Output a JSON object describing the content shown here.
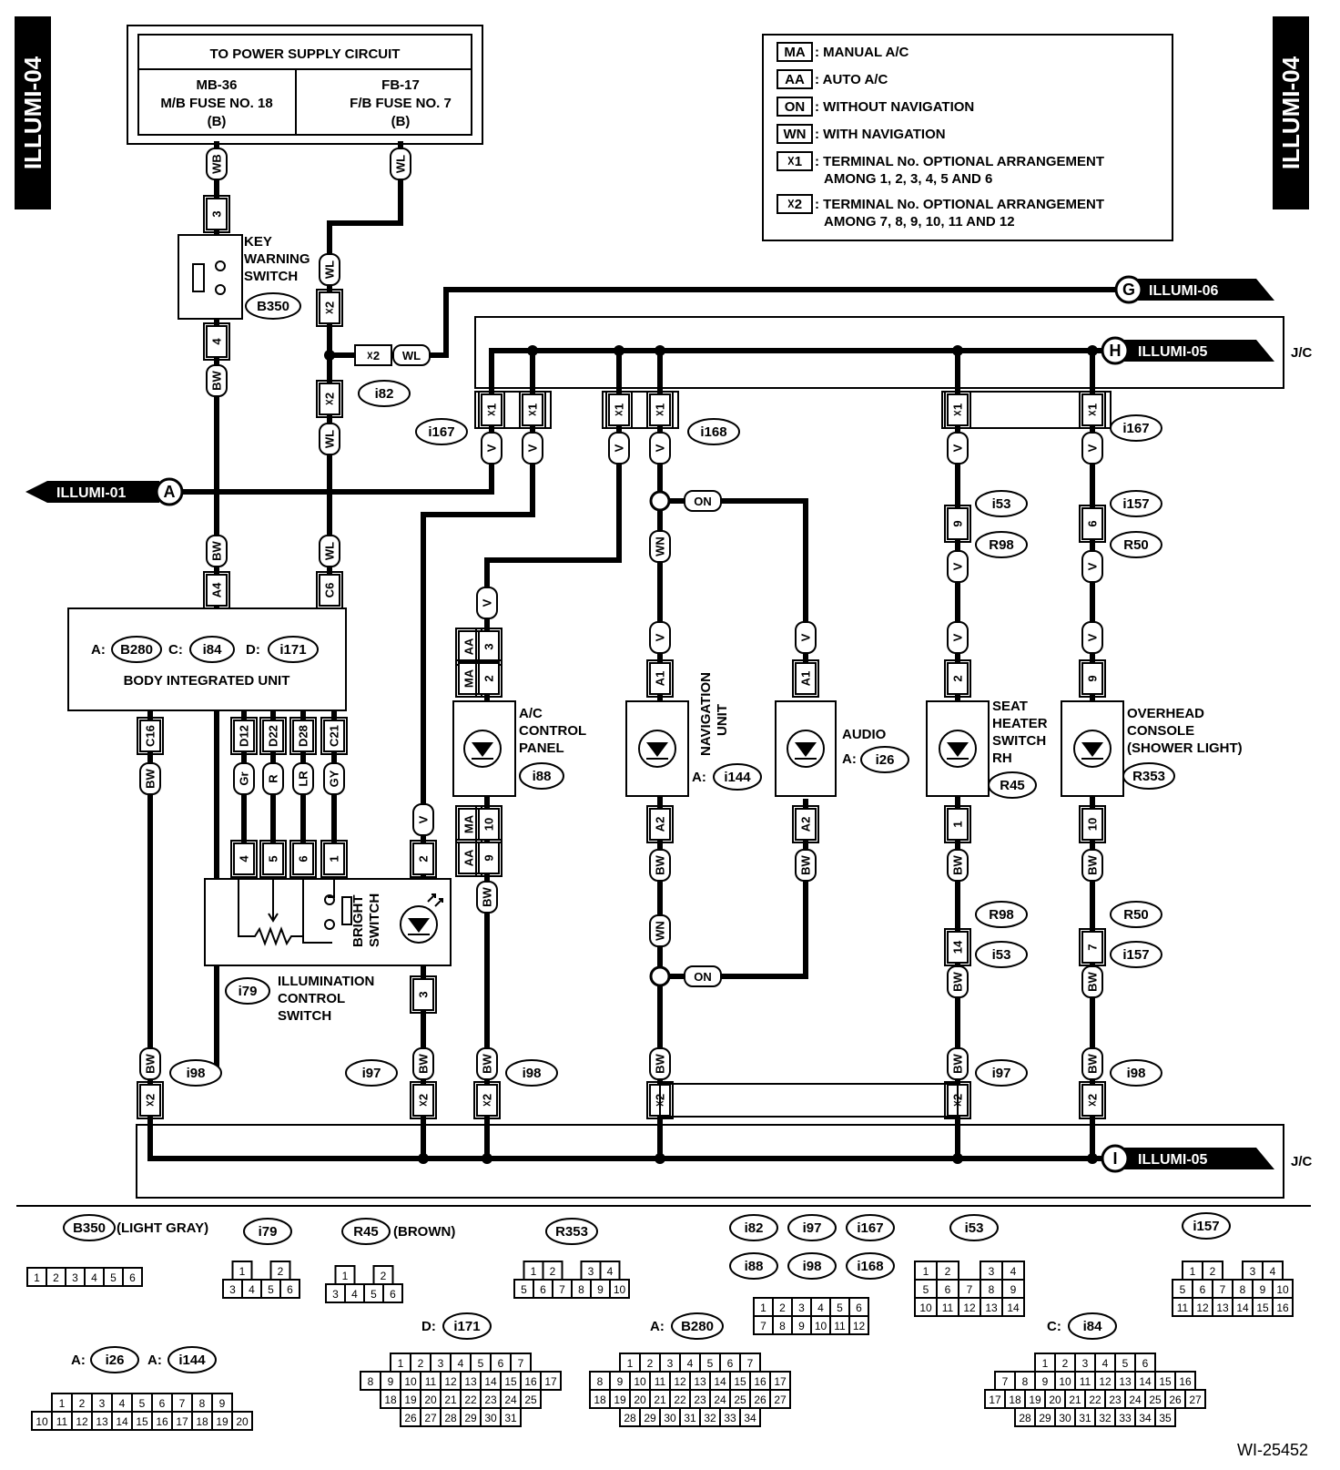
{
  "page_tag": "ILLUMI-04",
  "figure_id": "WI-25452",
  "power": {
    "title": "TO POWER SUPPLY CIRCUIT",
    "left": [
      "MB-36",
      "M/B FUSE NO. 18",
      "(B)"
    ],
    "right": [
      "FB-17",
      "F/B FUSE NO. 7",
      "(B)"
    ]
  },
  "legend": [
    {
      "code": "MA",
      "text": ": MANUAL A/C"
    },
    {
      "code": "AA",
      "text": ": AUTO A/C"
    },
    {
      "code": "ON",
      "text": ": WITHOUT NAVIGATION"
    },
    {
      "code": "WN",
      "text": ": WITH NAVIGATION"
    },
    {
      "code": "☓1",
      "text": ": TERMINAL No. OPTIONAL ARRANGEMENT",
      "text2": "AMONG 1, 2, 3, 4, 5 AND 6"
    },
    {
      "code": "☓2",
      "text": ": TERMINAL No. OPTIONAL ARRANGEMENT",
      "text2": "AMONG 7, 8, 9, 10, 11 AND 12"
    }
  ],
  "links": {
    "g": {
      "letter": "G",
      "label": "ILLUMI-06"
    },
    "h": {
      "letter": "H",
      "label": "ILLUMI-05"
    },
    "i": {
      "letter": "I",
      "label": "ILLUMI-05"
    },
    "a": {
      "letter": "A",
      "label": "ILLUMI-01"
    }
  },
  "jc": "J/C",
  "components": {
    "key_warning": {
      "name": [
        "KEY",
        "WARNING",
        "SWITCH"
      ],
      "conn": "B350"
    },
    "biu": {
      "name": "BODY INTEGRATED UNIT",
      "conns": [
        {
          "k": "A:",
          "v": "B280"
        },
        {
          "k": "C:",
          "v": "i84"
        },
        {
          "k": "D:",
          "v": "i171"
        }
      ]
    },
    "illum_ctrl": {
      "name": [
        "ILLUMINATION",
        "CONTROL",
        "SWITCH"
      ],
      "conn": "i79",
      "bright": [
        "BRIGHT",
        "SWITCH"
      ]
    },
    "ac": {
      "name": [
        "A/C",
        "CONTROL",
        "PANEL"
      ],
      "conn": "i88"
    },
    "nav": {
      "name": [
        "NAVIGATION",
        "UNIT"
      ],
      "conn": "i144",
      "prefix": "A:"
    },
    "audio": {
      "name": "AUDIO",
      "conn": "i26",
      "prefix": "A:"
    },
    "seat": {
      "name": [
        "SEAT",
        "HEATER",
        "SWITCH",
        "RH"
      ],
      "conn": "R45"
    },
    "overhead": {
      "name": [
        "OVERHEAD",
        "CONSOLE",
        "(SHOWER LIGHT)"
      ],
      "conn": "R353"
    }
  },
  "wires": {
    "WB": "WB",
    "WL": "WL",
    "BW": "BW",
    "V": "V",
    "WN": "WN",
    "Gr": "Gr",
    "R": "R",
    "LR": "LR",
    "GY": "GY",
    "ON": "ON"
  },
  "connectors": {
    "i82": "i82",
    "i167": "i167",
    "i168": "i168",
    "i53": "i53",
    "R98": "R98",
    "i157": "i157",
    "R50": "R50",
    "i98": "i98",
    "i97": "i97",
    "i79": "i79"
  },
  "connector_views": [
    {
      "id": "B350",
      "note": "(LIGHT GRAY)",
      "rows": [
        [
          "1",
          "2",
          "3",
          "4",
          "5",
          "6"
        ]
      ]
    },
    {
      "id": "i79",
      "rows": [
        [
          "1",
          "",
          "2"
        ],
        [
          "3",
          "4",
          "5",
          "6"
        ]
      ]
    },
    {
      "id": "R45",
      "note": "(BROWN)",
      "rows": [
        [
          "1",
          "",
          "2"
        ],
        [
          "3",
          "4",
          "5",
          "6"
        ]
      ]
    },
    {
      "id": "R353",
      "rows": [
        [
          "1",
          "2",
          "",
          "3",
          "4"
        ],
        [
          "5",
          "6",
          "7",
          "8",
          "9",
          "10"
        ]
      ]
    },
    {
      "ids": [
        "i82",
        "i97",
        "i167",
        "i88",
        "i98",
        "i168"
      ],
      "rows": [
        [
          "1",
          "2",
          "3",
          "4",
          "5",
          "6"
        ],
        [
          "7",
          "8",
          "9",
          "10",
          "11",
          "12"
        ]
      ]
    },
    {
      "id": "i53",
      "rows": [
        [
          "1",
          "2",
          "",
          "3",
          "4"
        ],
        [
          "5",
          "6",
          "7",
          "8",
          "9"
        ],
        [
          "10",
          "11",
          "12",
          "13",
          "14"
        ]
      ]
    },
    {
      "id": "i157",
      "rows": [
        [
          "1",
          "2",
          "",
          "3",
          "4"
        ],
        [
          "5",
          "6",
          "7",
          "8",
          "9",
          "10"
        ],
        [
          "11",
          "12",
          "13",
          "14",
          "15",
          "16"
        ]
      ]
    },
    {
      "ids": [
        "i26",
        "i144"
      ],
      "prefix": "A:",
      "rows": [
        [
          "1",
          "2",
          "3",
          "4",
          "5",
          "6",
          "7",
          "8",
          "9"
        ],
        [
          "10",
          "11",
          "12",
          "13",
          "14",
          "15",
          "16",
          "17",
          "18",
          "19",
          "20"
        ]
      ]
    },
    {
      "id": "i171",
      "prefix": "D:",
      "rows": [
        [
          "1",
          "2",
          "3",
          "4",
          "5",
          "6",
          "7"
        ],
        [
          "8",
          "9",
          "10",
          "11",
          "12",
          "13",
          "14",
          "15",
          "16",
          "17"
        ],
        [
          "18",
          "19",
          "20",
          "21",
          "22",
          "23",
          "24",
          "25"
        ],
        [
          "26",
          "27",
          "28",
          "29",
          "30",
          "31"
        ]
      ]
    },
    {
      "id": "B280",
      "prefix": "A:",
      "rows": [
        [
          "1",
          "2",
          "3",
          "4",
          "5",
          "6",
          "7"
        ],
        [
          "8",
          "9",
          "10",
          "11",
          "12",
          "13",
          "14",
          "15",
          "16",
          "17"
        ],
        [
          "18",
          "19",
          "20",
          "21",
          "22",
          "23",
          "24",
          "25",
          "26",
          "27"
        ],
        [
          "28",
          "29",
          "30",
          "31",
          "32",
          "33",
          "34"
        ]
      ]
    },
    {
      "id": "i84",
      "prefix": "C:",
      "rows": [
        [
          "1",
          "2",
          "3",
          "4",
          "5",
          "6"
        ],
        [
          "7",
          "8",
          "9",
          "10",
          "11",
          "12",
          "13",
          "14",
          "15",
          "16"
        ],
        [
          "17",
          "18",
          "19",
          "20",
          "21",
          "22",
          "23",
          "24",
          "25",
          "26",
          "27"
        ],
        [
          "28",
          "29",
          "30",
          "31",
          "32",
          "33",
          "34",
          "35"
        ]
      ]
    }
  ]
}
